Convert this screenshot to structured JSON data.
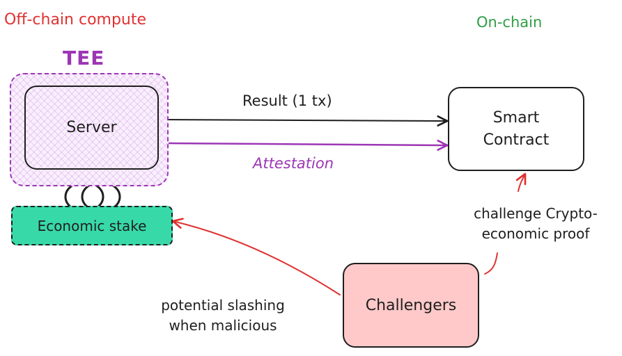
{
  "headings": {
    "off_chain": "Off-chain compute",
    "on_chain": "On-chain"
  },
  "tee": {
    "label": "TEE"
  },
  "nodes": {
    "server": "Server",
    "economic_stake": "Economic stake",
    "smart_contract_line1": "Smart",
    "smart_contract_line2": "Contract",
    "challengers": "Challengers"
  },
  "edges": {
    "result": "Result (1 tx)",
    "attestation": "Attestation",
    "challenge_line1": "challenge Crypto-",
    "challenge_line2": "economic proof",
    "slashing_line1": "potential slashing",
    "slashing_line2": "when malicious"
  },
  "colors": {
    "off_chain_heading": "#e03131",
    "on_chain_heading": "#2f9e44",
    "tee": "#9c36b5",
    "attestation_arrow": "#9c36b5",
    "result_arrow": "#1e1e1e",
    "challenge_arrows": "#e03131",
    "stake_fill": "#38d9a9",
    "challengers_fill": "#ffc9c9"
  }
}
